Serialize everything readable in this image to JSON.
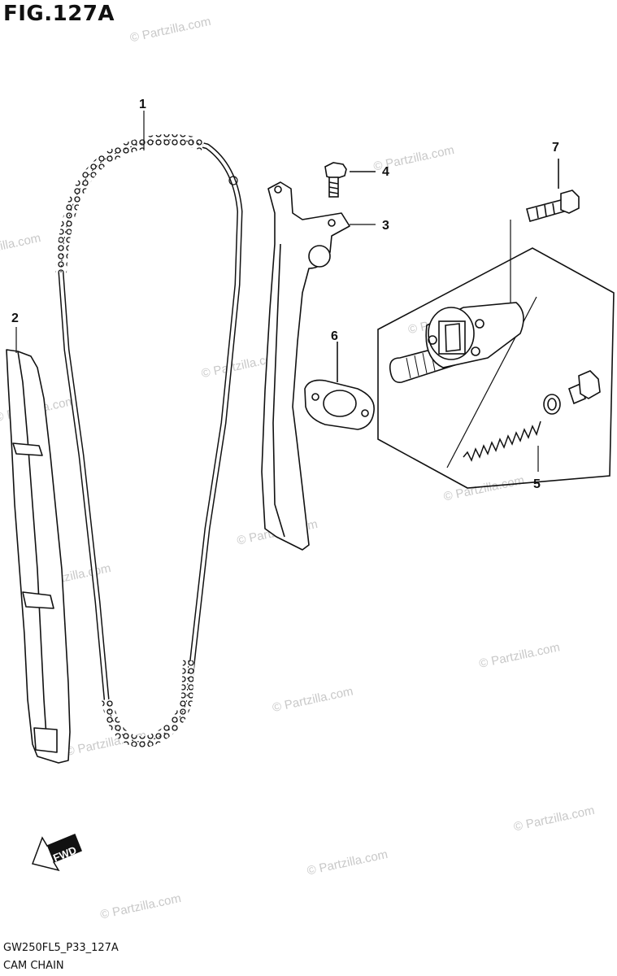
{
  "figure": {
    "title": "FIG.127A",
    "code": "GW250FL5_P33_127A",
    "caption": "CAM CHAIN",
    "watermark": "© Partzilla.com",
    "fwd_label": "FWD"
  },
  "callouts": [
    "1",
    "2",
    "3",
    "4",
    "5",
    "6",
    "7"
  ]
}
